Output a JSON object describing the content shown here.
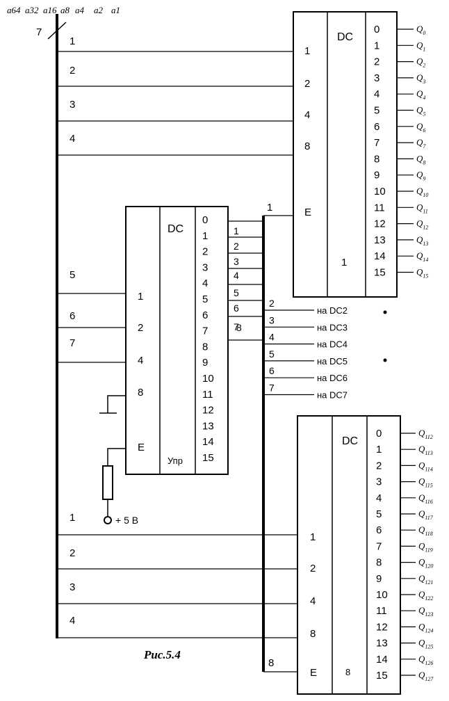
{
  "header": {
    "address_labels": [
      "a64",
      "a32",
      "a16",
      "a8",
      "a4",
      "a2",
      "a1"
    ],
    "bus_width": "7"
  },
  "bus_left_labels": {
    "top": [
      "1",
      "2",
      "3",
      "4"
    ],
    "mid": [
      "5",
      "6",
      "7"
    ],
    "bottom": [
      "1",
      "2",
      "3",
      "4"
    ]
  },
  "dc1": {
    "title": "DC",
    "inputs": [
      "1",
      "2",
      "4",
      "8",
      "E"
    ],
    "outputs": [
      "0",
      "1",
      "2",
      "3",
      "4",
      "5",
      "6",
      "7",
      "8",
      "9",
      "10",
      "11",
      "12",
      "13",
      "14",
      "15"
    ],
    "number": "1",
    "out_labels": [
      "Q0",
      "Q1",
      "Q2",
      "Q3",
      "Q4",
      "Q5",
      "Q6",
      "Q7",
      "Q8",
      "Q9",
      "Q10",
      "Q11",
      "Q12",
      "Q13",
      "Q14",
      "Q15"
    ]
  },
  "dcctl": {
    "title": "DC",
    "inputs": [
      "1",
      "2",
      "4",
      "8",
      "E"
    ],
    "outputs": [
      "0",
      "1",
      "2",
      "3",
      "4",
      "5",
      "6",
      "7",
      "8",
      "9",
      "10",
      "11",
      "12",
      "13",
      "14",
      "15"
    ],
    "mode_label": "Упр",
    "out_wire_labels": [
      "1",
      "2",
      "3",
      "4",
      "5",
      "6",
      "7",
      "8"
    ],
    "power_label": "+ 5 В"
  },
  "enable_bus": {
    "top_label": "1",
    "bottom_label": "8",
    "branch_labels": [
      "2",
      "3",
      "4",
      "5",
      "6",
      "7"
    ],
    "targets": [
      "на DC2",
      "на DC3",
      "на DC4",
      "на DC5",
      "на DC6",
      "на DC7"
    ]
  },
  "dc8": {
    "title": "DC",
    "inputs": [
      "1",
      "2",
      "4",
      "8",
      "E"
    ],
    "outputs": [
      "0",
      "1",
      "2",
      "3",
      "4",
      "5",
      "6",
      "7",
      "8",
      "9",
      "10",
      "11",
      "12",
      "13",
      "14",
      "15"
    ],
    "number": "8",
    "out_labels": [
      "Q112",
      "Q113",
      "Q114",
      "Q115",
      "Q116",
      "Q117",
      "Q118",
      "Q119",
      "Q120",
      "Q121",
      "Q122",
      "Q123",
      "Q124",
      "Q125",
      "Q126",
      "Q127"
    ]
  },
  "caption": "Рис.5.4"
}
